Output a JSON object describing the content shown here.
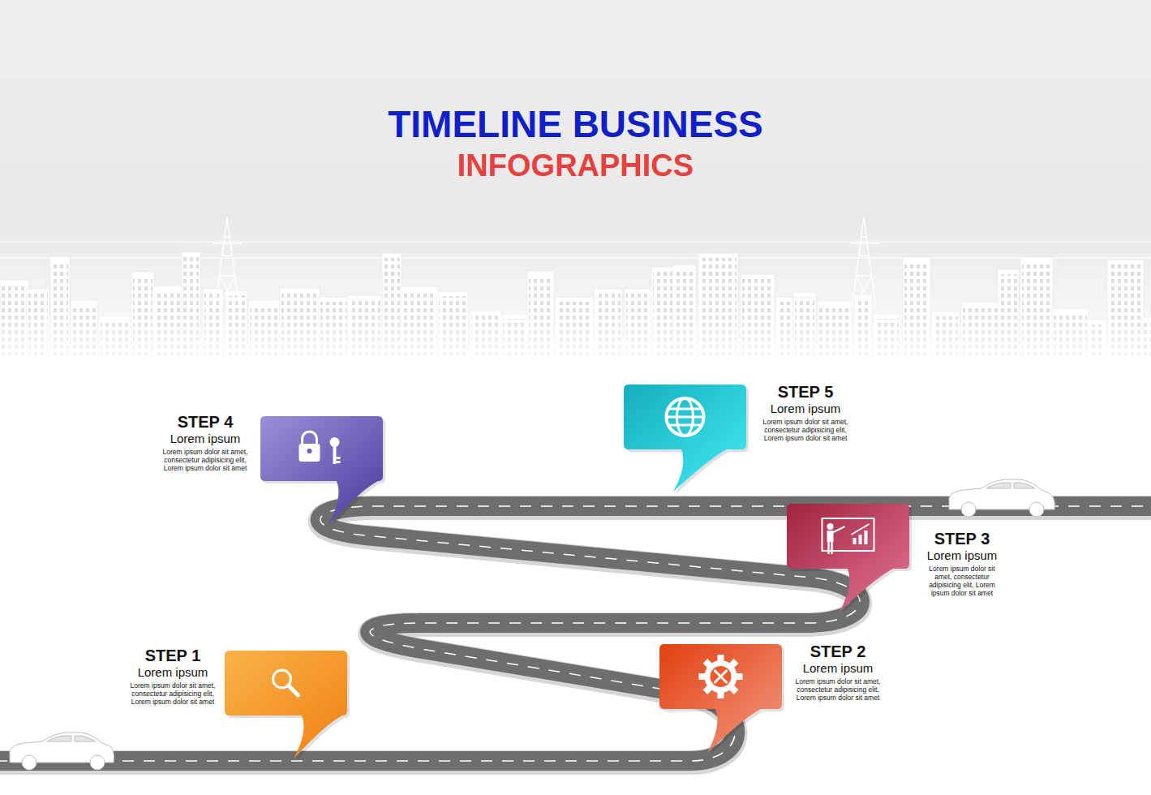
{
  "diagram": {
    "title": "TIMELINE BUSINESS",
    "nodes": [
      {
        "text": [
          "STEP 1",
          "Lorem ipsum",
          "Lorem ipsum dolor sit amet, consectetur adipisicing elit, Lorem ipsum dolor sit amet"
        ]
      },
      {
        "text": [
          "STEP 2",
          "Lorem ipsum",
          "Lorem ipsum dolor sit amet, consectetur adipisicing elit, Lorem ipsum dolor sit amet"
        ]
      },
      {
        "text": [
          "STEP 3",
          "Lorem ipsum",
          "Lorem ipsum dolor sit amet, consectetur adipisicing elit, Lorem ipsum dolor sit amet"
        ]
      },
      {
        "text": [
          "STEP 4",
          "Lorem ipsum",
          "Lorem ipsum dolor sit amet, consectetur adipisicing elit, Lorem ipsum dolor sit amet"
        ]
      },
      {
        "text": [
          "STEP 5",
          "Lorem ipsum",
          "Lorem ipsum dolor sit amet, consectetur adipisicing elit, Lorem ipsum dolor sit amet"
        ]
      }
    ],
    "labels": [
      "INFOGRAPHICS"
    ]
  }
}
